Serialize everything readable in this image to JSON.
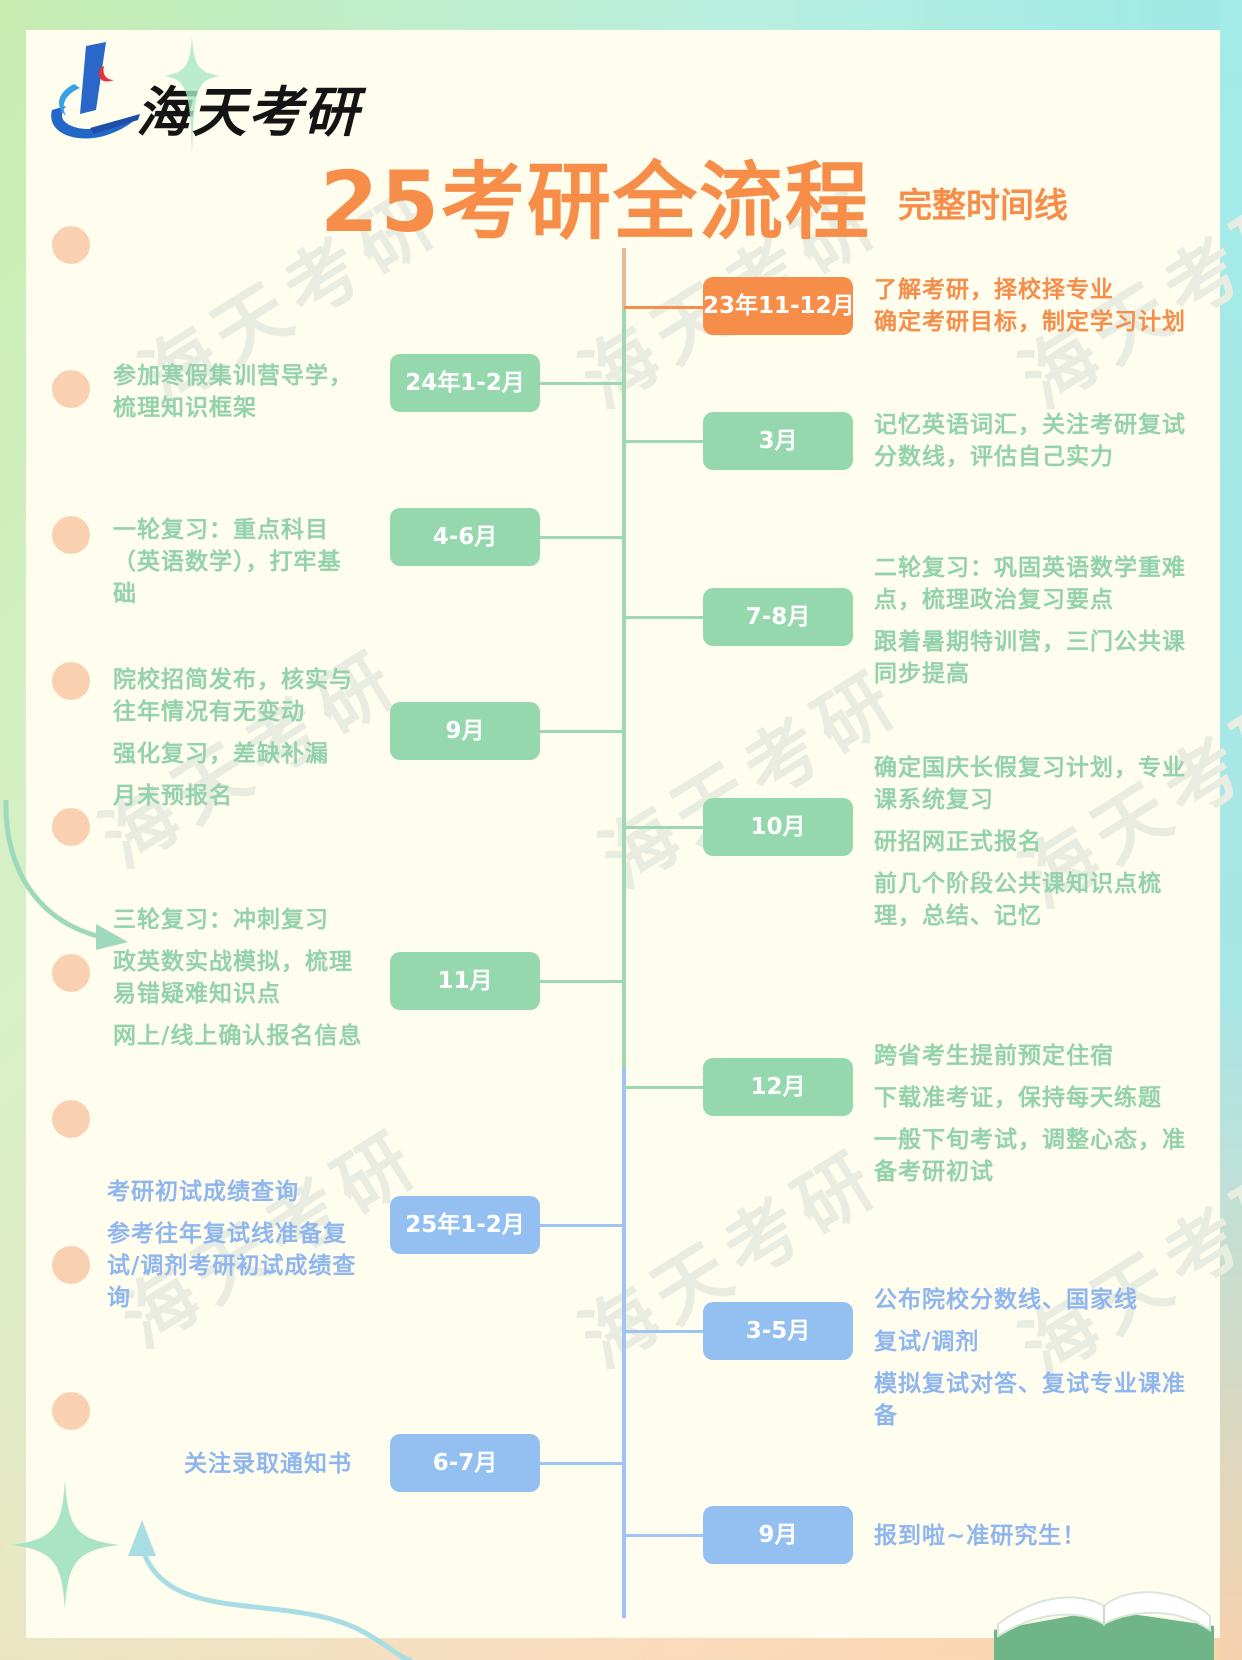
{
  "brand": {
    "name": "海天考研"
  },
  "header": {
    "title": "25考研全流程",
    "subtitle": "完整时间线"
  },
  "colors": {
    "orange": "#f68d48",
    "green": "#95d8ad",
    "blue": "#94bff1",
    "cream": "#fffdee"
  },
  "watermark": "海天考研",
  "timeline": [
    {
      "date": "23年11-12月",
      "side": "right",
      "color": "orange",
      "texts": [
        "了解考研，择校择专业",
        "确定考研目标，制定学习计划"
      ]
    },
    {
      "date": "24年1-2月",
      "side": "left",
      "color": "green",
      "texts": [
        "参加寒假集训营导学，梳理知识框架"
      ]
    },
    {
      "date": "3月",
      "side": "right",
      "color": "green",
      "texts": [
        "记忆英语词汇，关注考研复试分数线，评估自己实力"
      ]
    },
    {
      "date": "4-6月",
      "side": "left",
      "color": "green",
      "texts": [
        "一轮复习：重点科目（英语数学），打牢基础"
      ]
    },
    {
      "date": "7-8月",
      "side": "right",
      "color": "green",
      "texts": [
        "二轮复习：巩固英语数学重难点，梳理政治复习要点",
        "跟着暑期特训营，三门公共课同步提高"
      ]
    },
    {
      "date": "9月",
      "side": "left",
      "color": "green",
      "texts": [
        "院校招简发布，核实与往年情况有无变动",
        "强化复习，差缺补漏",
        "月末预报名"
      ]
    },
    {
      "date": "10月",
      "side": "right",
      "color": "green",
      "texts": [
        "确定国庆长假复习计划，专业课系统复习",
        "研招网正式报名",
        "前几个阶段公共课知识点梳理，总结、记忆"
      ]
    },
    {
      "date": "11月",
      "side": "left",
      "color": "green",
      "texts": [
        "三轮复习：冲刺复习",
        "政英数实战模拟，梳理易错疑难知识点",
        "网上/线上确认报名信息"
      ]
    },
    {
      "date": "12月",
      "side": "right",
      "color": "green",
      "texts": [
        "跨省考生提前预定住宿",
        "下载准考证，保持每天练题",
        "一般下旬考试，调整心态，准备考研初试"
      ]
    },
    {
      "date": "25年1-2月",
      "side": "left",
      "color": "blue",
      "texts": [
        "考研初试成绩查询",
        "参考往年复试线准备复试/调剂考研初试成绩查询"
      ]
    },
    {
      "date": "3-5月",
      "side": "right",
      "color": "blue",
      "texts": [
        "公布院校分数线、国家线",
        "复试/调剂",
        "模拟复试对答、复试专业课准备"
      ]
    },
    {
      "date": "6-7月",
      "side": "left",
      "color": "blue",
      "texts": [
        "关注录取通知书"
      ]
    },
    {
      "date": "9月",
      "side": "right",
      "color": "blue",
      "texts": [
        "报到啦~准研究生！"
      ]
    }
  ]
}
